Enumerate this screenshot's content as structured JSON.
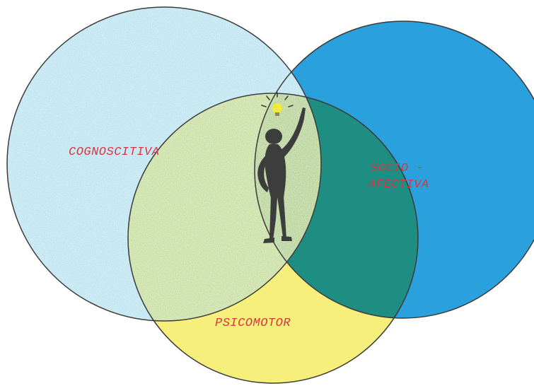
{
  "diagram": {
    "type": "venn",
    "sets": [
      {
        "id": "cognitive",
        "label": "COGNOSCITIVA",
        "color": "#b8e3f0"
      },
      {
        "id": "socio",
        "label_lines": [
          "SOCIO -",
          "AFECTIVA"
        ],
        "color": "#2aa0dc"
      },
      {
        "id": "psychomotor",
        "label": "PSICOMOTOR",
        "color": "#f7ef7c"
      }
    ],
    "overlap_colors": {
      "cognitive_psychomotor": "#c4dd98",
      "socio_psychomotor": "#1f8e82",
      "center": "#b2d08c"
    },
    "center_figure": {
      "icon": "person-idea-figure-icon",
      "bulb_color": "#f2ea3a",
      "figure_color": "#3d3d3d"
    }
  }
}
